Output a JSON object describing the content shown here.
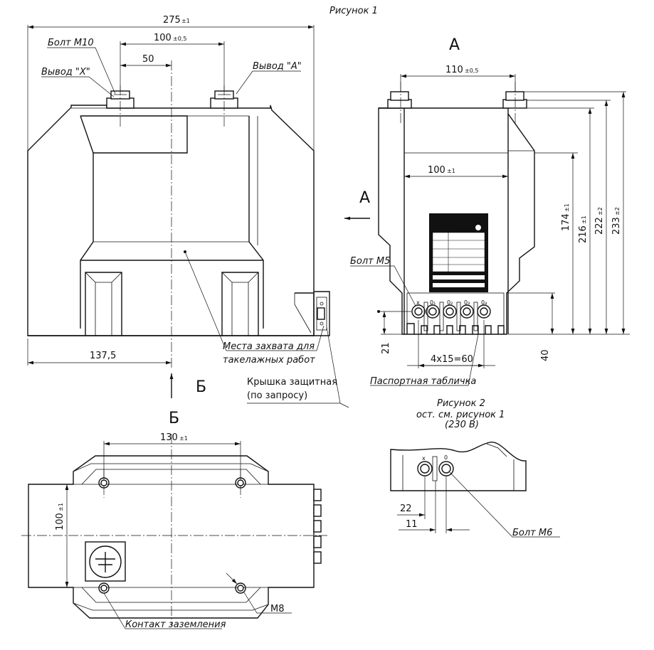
{
  "figures": {
    "fig1_caption": "Рисунок 1",
    "fig2_caption": "Рисунок 2",
    "fig2_note": "ост. см. рисунок 1",
    "fig2_voltage": "(230 В)"
  },
  "views": {
    "view_a": "А",
    "view_b": "Б"
  },
  "front_view": {
    "dim_overall": "275",
    "dim_overall_tol": "±1",
    "dim_terminals": "100",
    "dim_terminals_tol": "±0,5",
    "dim_half": "50",
    "dim_center": "137,5",
    "label_bolt_m10": "Болт  М10",
    "label_out_x": "Вывод  \"X\"",
    "label_out_a": "Вывод  \"А\"",
    "label_rigging_1": "Места захвата для",
    "label_rigging_2": "такелажных работ",
    "label_cover_1": "Крышка защитная",
    "label_cover_2": "(по запросу)"
  },
  "side_view": {
    "dim_top_spacing": "110",
    "dim_top_spacing_tol": "±0,5",
    "dim_inner_width": "100",
    "dim_inner_width_tol": "±1",
    "dim_h174": "174",
    "dim_h174_tol": "±1",
    "dim_h216": "216",
    "dim_h216_tol": "±1",
    "dim_h222": "222",
    "dim_h222_tol": "±2",
    "dim_h233": "233",
    "dim_h233_tol": "±2",
    "dim_21": "21",
    "dim_40": "40",
    "dim_pitch": "4x15=60",
    "label_bolt_m5": "Болт  М5",
    "label_nameplate": "Паспортная табличка",
    "terminals": [
      "x",
      "0₁",
      "0₂",
      "0₃",
      "0₄"
    ]
  },
  "top_view": {
    "dim_130": "130",
    "dim_130_tol": "±1",
    "dim_100": "100",
    "dim_100_tol": "±1",
    "label_m8": "М8",
    "label_ground": "Контакт заземления"
  },
  "fig2": {
    "dim_22": "22",
    "dim_11": "11",
    "label_bolt_m6": "Болт  М6",
    "terminal_x": "x",
    "terminal_0": "0"
  }
}
